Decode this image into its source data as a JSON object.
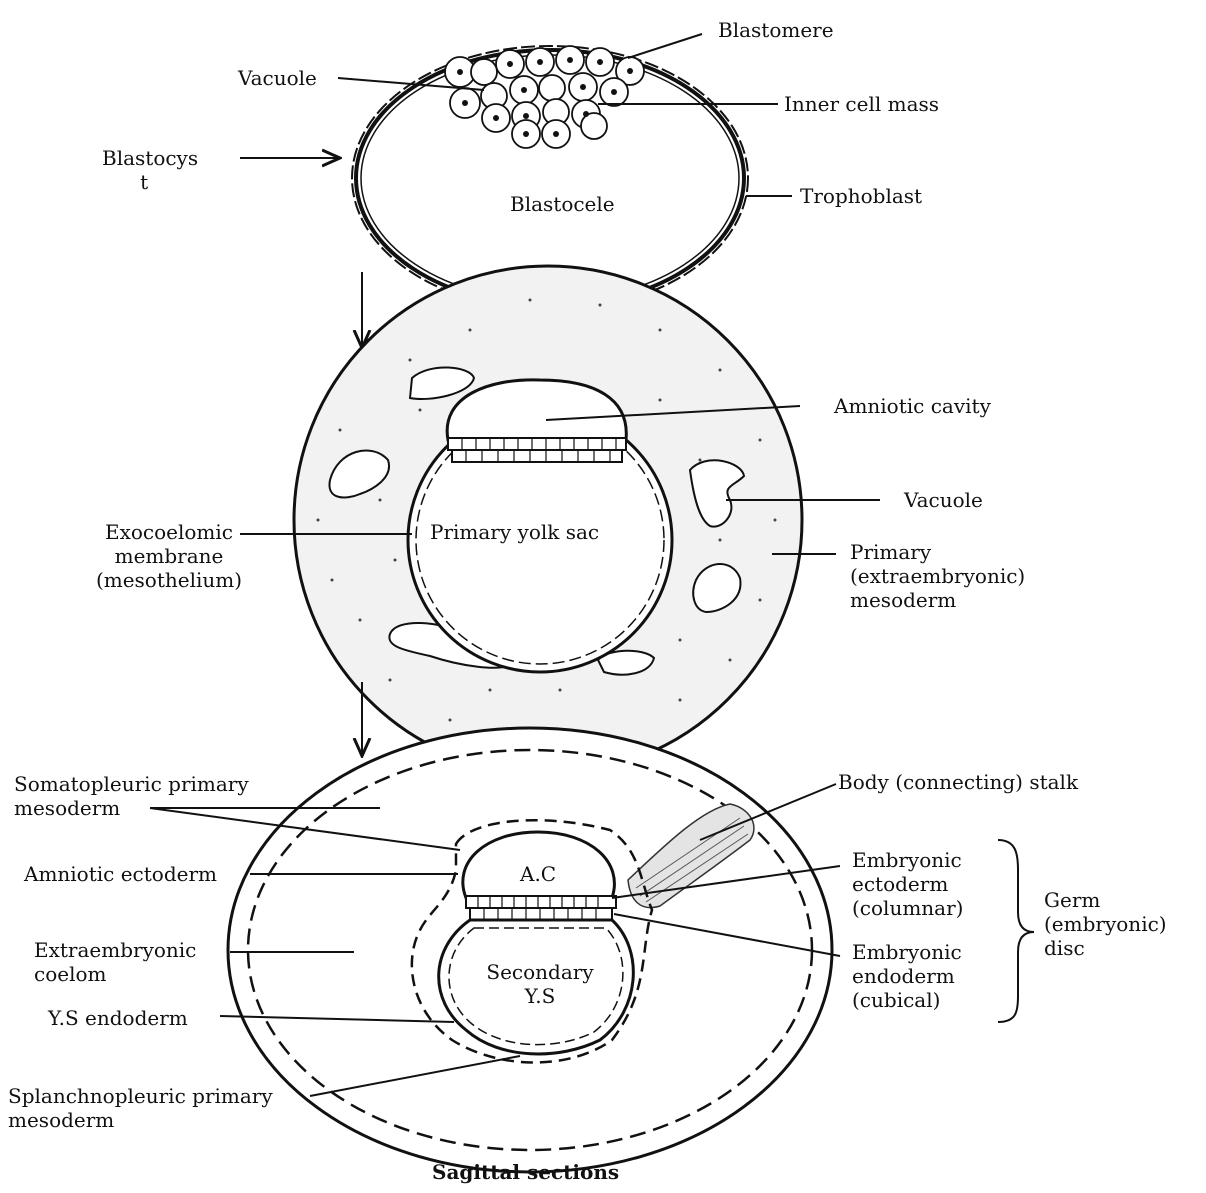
{
  "stage1": {
    "blastomere": "Blastomere",
    "vacuole": "Vacuole",
    "inner_cell_mass": "Inner cell mass",
    "blastocyst": "Blastocys\n      t",
    "blastocele": "Blastocele",
    "trophoblast": "Trophoblast"
  },
  "stage2": {
    "amniotic_cavity": "Amniotic cavity",
    "vacuole": "Vacuole",
    "exocoelomic": "Exocoelomic\nmembrane\n(mesothelium)",
    "primary_yolk_sac": "Primary yolk sac",
    "primary_mesoderm": "Primary\n(extraembryonic)\nmesoderm"
  },
  "stage3": {
    "somatopleuric": "Somatopleuric primary\nmesoderm",
    "body_stalk": "Body (connecting) stalk",
    "amniotic_ectoderm": "Amniotic ectoderm",
    "ac": "A.C",
    "embryonic_ectoderm": "Embryonic\nectoderm\n(columnar)",
    "germ_disc": "Germ\n(embryonic)\ndisc",
    "extraembryonic_coelom": "Extraembryonic\ncoelom",
    "secondary_ys": "Secondary\nY.S",
    "embryonic_endoderm": "Embryonic\nendoderm\n(cubical)",
    "ys_endoderm": "Y.S endoderm",
    "splanchnopleuric": "Splanchnopleuric primary\nmesoderm"
  },
  "caption": "Sagittal sections"
}
